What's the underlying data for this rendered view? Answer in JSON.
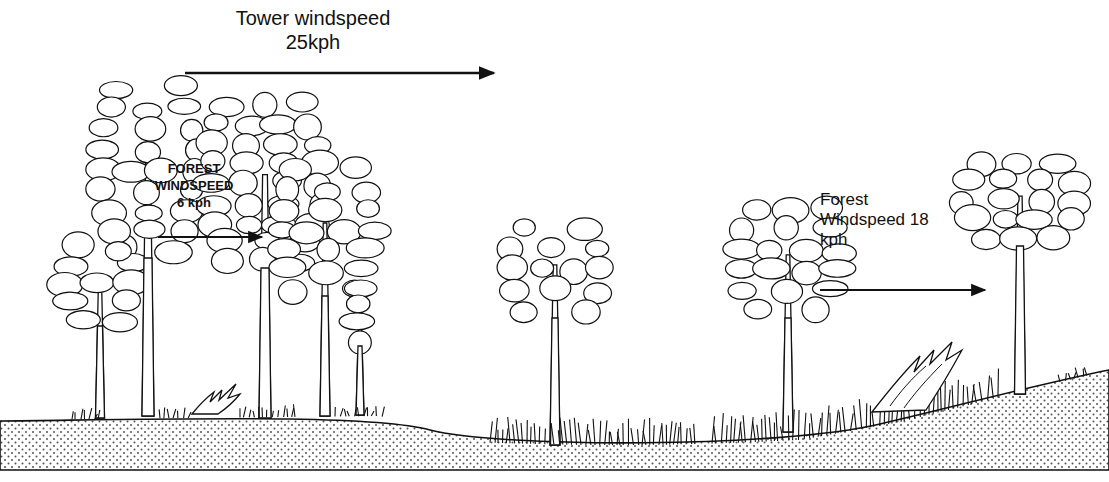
{
  "diagram": {
    "labels": [
      "Tower windspeed 25kph",
      "FOREST WINDSPEED 6 kph",
      "Forest Windspeed 18 kph"
    ]
  }
}
